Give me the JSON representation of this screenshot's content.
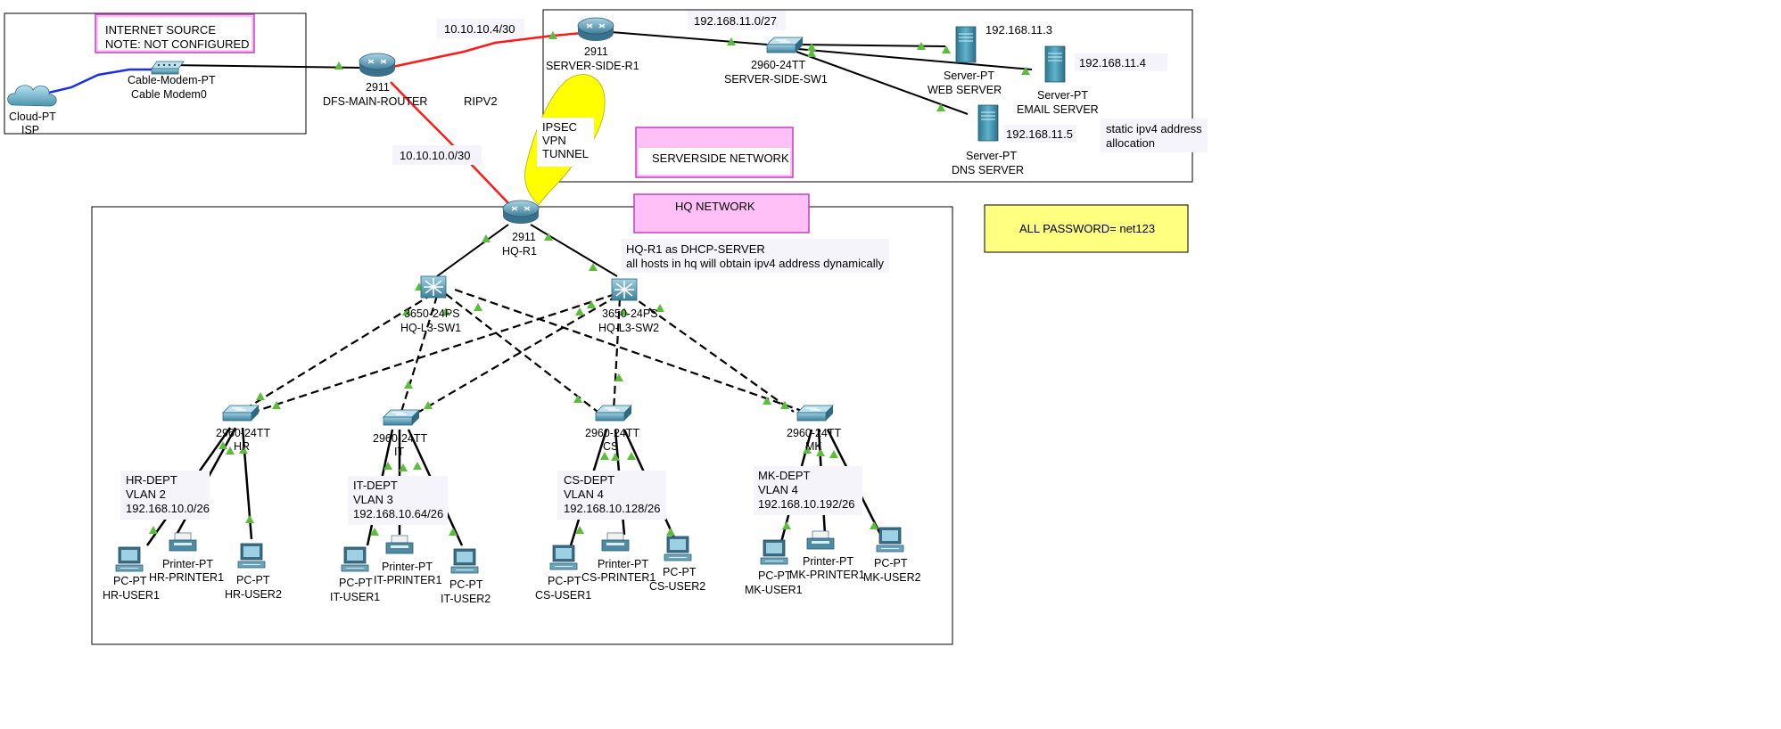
{
  "colors": {
    "canvas": "#ffffff",
    "serial_link": "#ff1a1a",
    "coax_link": "#1a2ee6",
    "port_up": "#5bbd3a",
    "note_magenta_fill": "#ffc0f8",
    "note_magenta_border": "#c040c0",
    "note_yellow_fill": "#ffff80",
    "vpn_tunnel": "#ffff00",
    "device_blue": "#3d8fa8"
  },
  "areas": {
    "internet": "INTERNET SOURCE",
    "internet_note": "NOTE: NOT CONFIGURED",
    "serverside": "SERVERSIDE NETWORK",
    "hq": "HQ NETWORK",
    "password": "ALL PASSWORD= net123"
  },
  "notes": {
    "vpn": [
      "IPSEC",
      "VPN",
      "TUNNEL"
    ],
    "dhcp": [
      "HQ-R1 as DHCP-SERVER",
      "all hosts in hq will obtain ipv4 address dynamically"
    ],
    "static": [
      "static ipv4 address",
      "allocation"
    ],
    "ripv2": "RIPV2"
  },
  "links": {
    "isp_dfs": "10.10.10.4/30",
    "dfs_hq": "10.10.10.0/30",
    "server_net": "192.168.11.0/27"
  },
  "devices": {
    "cloud": {
      "model": "Cloud-PT",
      "name": "ISP"
    },
    "modem": {
      "model": "Cable-Modem-PT",
      "name": "Cable Modem0"
    },
    "dfs": {
      "model": "2911",
      "name": "DFS-MAIN-ROUTER"
    },
    "ssr": {
      "model": "2911",
      "name": "SERVER-SIDE-R1"
    },
    "ssw": {
      "model": "2960-24TT",
      "name": "SERVER-SIDE-SW1"
    },
    "web": {
      "model": "Server-PT",
      "name": "WEB SERVER",
      "ip": "192.168.11.3"
    },
    "email": {
      "model": "Server-PT",
      "name": "EMAIL SERVER",
      "ip": "192.168.11.4"
    },
    "dns": {
      "model": "Server-PT",
      "name": "DNS SERVER",
      "ip": "192.168.11.5"
    },
    "hqr": {
      "model": "2911",
      "name": "HQ-R1"
    },
    "l3sw1": {
      "model": "3650-24PS",
      "name": "HQ-L3-SW1"
    },
    "l3sw2": {
      "model": "3650-24PS",
      "name": "HQ-L3-SW2"
    }
  },
  "departments": [
    {
      "key": "hr",
      "switch_model": "2960-24TT",
      "switch_name": "HR",
      "dept": "HR-DEPT",
      "vlan": "VLAN 2",
      "subnet": "192.168.10.0/26",
      "pc1": {
        "model": "PC-PT",
        "name": "HR-USER1"
      },
      "printer": {
        "model": "Printer-PT",
        "name": "HR-PRINTER1"
      },
      "pc2": {
        "model": "PC-PT",
        "name": "HR-USER2"
      }
    },
    {
      "key": "it",
      "switch_model": "2960-24TT",
      "switch_name": "IT",
      "dept": "IT-DEPT",
      "vlan": "VLAN 3",
      "subnet": "192.168.10.64/26",
      "pc1": {
        "model": "PC-PT",
        "name": "IT-USER1"
      },
      "printer": {
        "model": "Printer-PT",
        "name": "IT-PRINTER1"
      },
      "pc2": {
        "model": "PC-PT",
        "name": "IT-USER2"
      }
    },
    {
      "key": "cs",
      "switch_model": "2960-24TT",
      "switch_name": "CS",
      "dept": "CS-DEPT",
      "vlan": "VLAN 4",
      "subnet": "192.168.10.128/26",
      "pc1": {
        "model": "PC-PT",
        "name": "CS-USER1"
      },
      "printer": {
        "model": "Printer-PT",
        "name": "CS-PRINTER1"
      },
      "pc2": {
        "model": "PC-PT",
        "name": "CS-USER2"
      }
    },
    {
      "key": "mk",
      "switch_model": "2960-24TT",
      "switch_name": "MK",
      "dept": "MK-DEPT",
      "vlan": "VLAN 4",
      "subnet": "192.168.10.192/26",
      "pc1": {
        "model": "PC-PT",
        "name": "MK-USER1"
      },
      "printer": {
        "model": "Printer-PT",
        "name": "MK-PRINTER1"
      },
      "pc2": {
        "model": "PC-PT",
        "name": "MK-USER2"
      }
    }
  ]
}
